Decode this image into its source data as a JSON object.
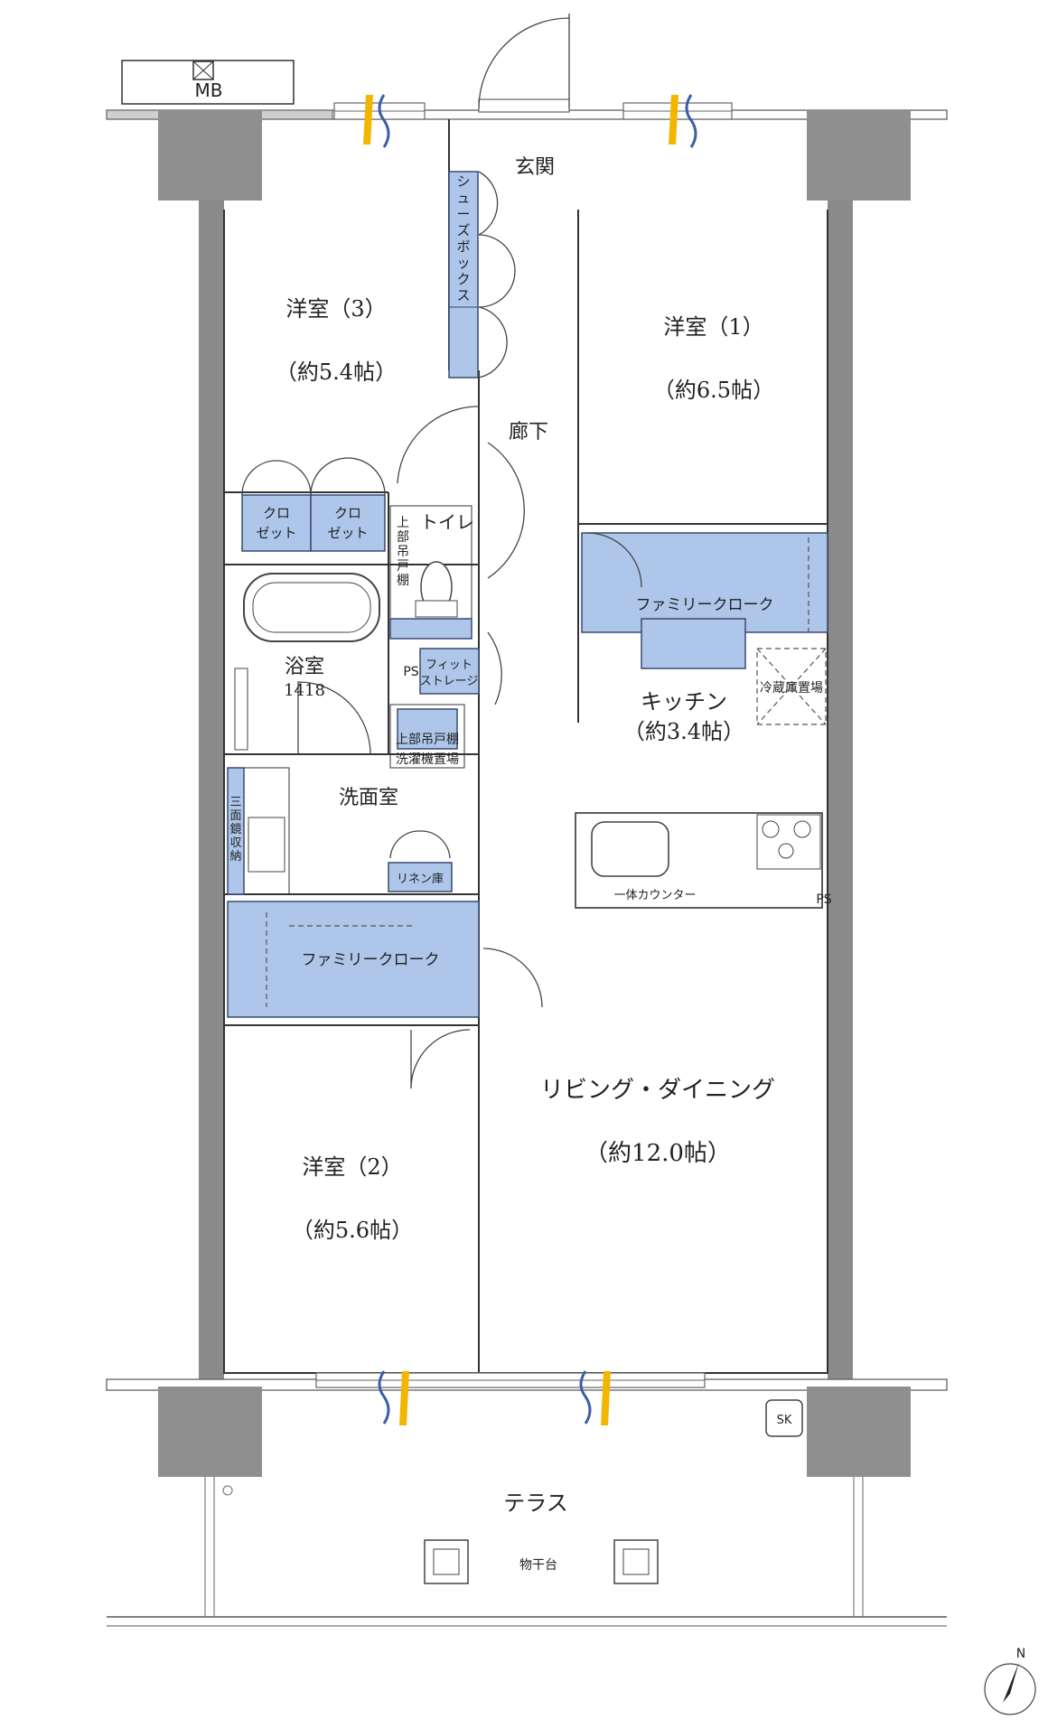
{
  "rooms": {
    "western3": {
      "name": "洋室（3）",
      "area": "（約5.4帖）"
    },
    "western1": {
      "name": "洋室（1）",
      "area": "（約6.5帖）"
    },
    "western2": {
      "name": "洋室（2）",
      "area": "（約5.6帖）"
    },
    "living": {
      "name": "リビング・ダイニング",
      "area": "（約12.0帖）"
    },
    "kitchen": {
      "name": "キッチン",
      "area": "（約3.4帖）"
    },
    "entrance": "玄関",
    "hallway": "廊下",
    "toilet": "トイレ",
    "bath": {
      "name": "浴室",
      "size": "1418"
    },
    "washroom": "洗面室",
    "terrace": "テラス"
  },
  "labels": {
    "mb": "MB",
    "shoe_box": [
      "シ",
      "ュ",
      "ー",
      "ズ",
      "ボ",
      "ッ",
      "ク",
      "ス"
    ],
    "closet": [
      "クロ",
      "ゼット"
    ],
    "family_closet": "ファミリークローク",
    "upper_shelf_vertical": [
      "上",
      "部",
      "吊",
      "戸",
      "棚"
    ],
    "fit_storage": [
      "フィット",
      "ストレージ"
    ],
    "ps": "PS",
    "washer_upper": "上部吊戸棚",
    "washer": "洗濯機置場",
    "mirror_storage": [
      "三",
      "面",
      "鏡",
      "収",
      "納"
    ],
    "linen": "リネン庫",
    "fridge": "冷蔵庫置場",
    "counter": "一体カウンター",
    "sk": "SK",
    "drying_rack": "物干台",
    "north": "N"
  },
  "colors": {
    "storage_fill": "#adc6ea",
    "wall": "#8a8a8a",
    "airflow_yellow": "#f2b600",
    "airflow_blue": "#3b5ea8"
  }
}
